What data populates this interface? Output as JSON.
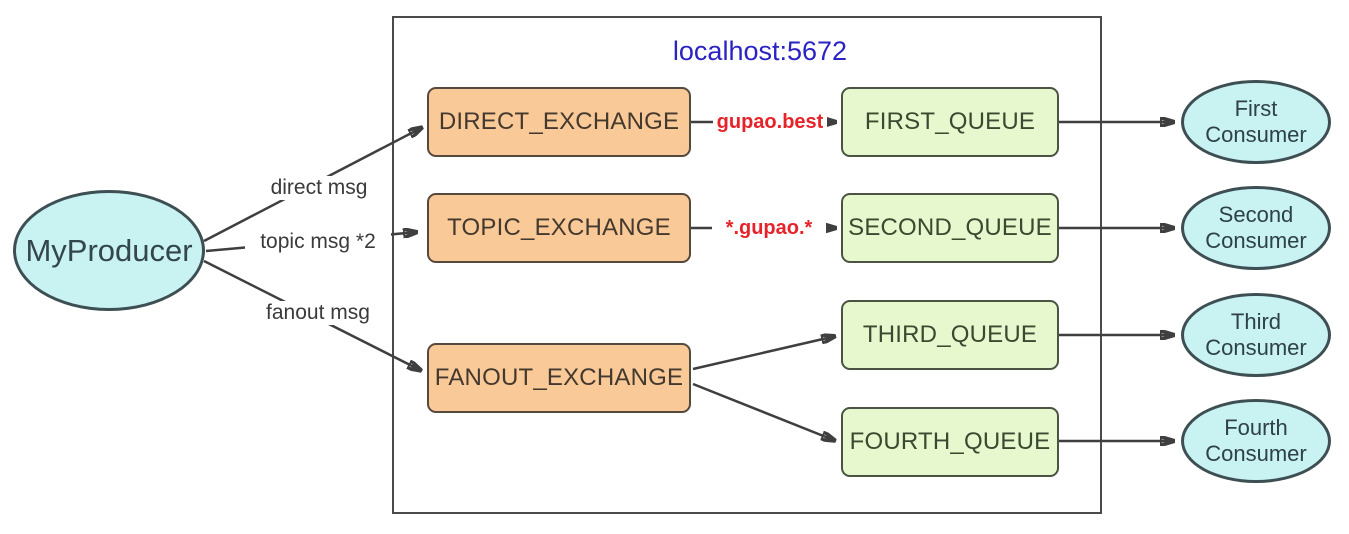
{
  "producer": {
    "label": "MyProducer"
  },
  "broker": {
    "label": "localhost:5672"
  },
  "exchanges": {
    "direct": "DIRECT_EXCHANGE",
    "topic": "TOPIC_EXCHANGE",
    "fanout": "FANOUT_EXCHANGE"
  },
  "queues": {
    "first": "FIRST_QUEUE",
    "second": "SECOND_QUEUE",
    "third": "THIRD_QUEUE",
    "fourth": "FOURTH_QUEUE"
  },
  "consumers": {
    "first": "First\nConsumer",
    "second": "Second\nConsumer",
    "third": "Third\nConsumer",
    "fourth": "Fourth\nConsumer"
  },
  "edge_labels": {
    "direct_msg": "direct msg",
    "topic_msg": "topic msg *2",
    "fanout_msg": "fanout msg",
    "direct_routing_key": "gupao.best",
    "topic_routing_key": "*.gupao.*"
  },
  "colors": {
    "producer_consumer_fill": "#c9f2f2",
    "exchange_fill": "#f9c997",
    "queue_fill": "#e7f7ce",
    "broker_title_text": "#2a22c5",
    "routing_key_text": "#e7232a",
    "connector_line": "#3f3f3f"
  }
}
